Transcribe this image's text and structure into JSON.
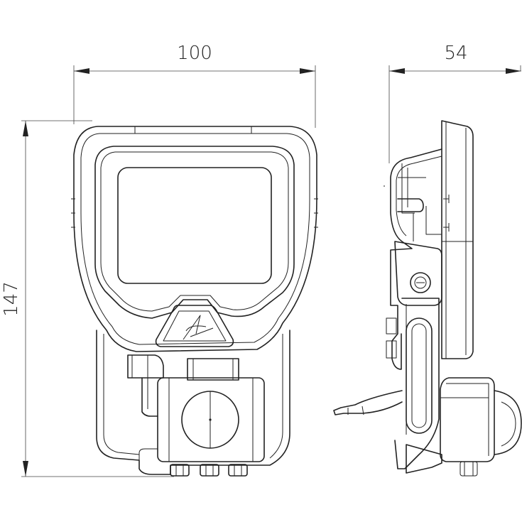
{
  "dimensions": {
    "width_label": "100",
    "depth_label": "54",
    "height_label": "147"
  },
  "views": [
    "front-view",
    "side-view"
  ]
}
